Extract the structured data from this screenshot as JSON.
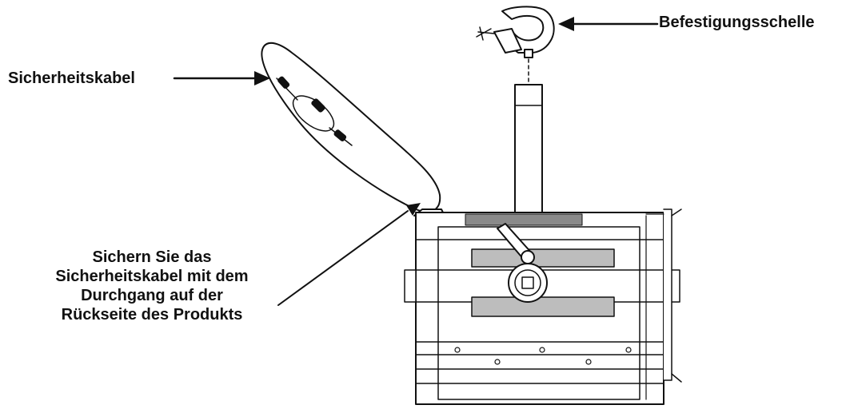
{
  "labels": {
    "safety_cable": "Sicherheitskabel",
    "clamp": "Befestigungsschelle",
    "secure_note": [
      "Sichern Sie das",
      "Sicherheitskabel mit dem",
      "Durchgang auf der",
      "Rückseite des Produkts"
    ]
  },
  "colors": {
    "line": "#111111",
    "background": "#ffffff",
    "vent": "#8a8a8a"
  }
}
